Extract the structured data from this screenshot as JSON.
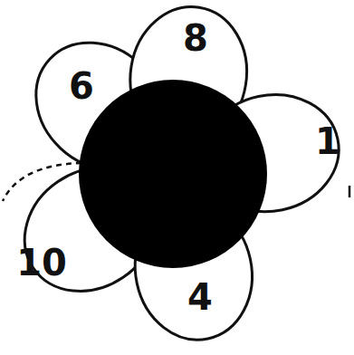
{
  "diagram": {
    "nodes": [
      {
        "text": [
          "6"
        ]
      },
      {
        "text": [
          "8"
        ]
      },
      {
        "text": [
          "1"
        ]
      },
      {
        "text": [
          "10"
        ]
      },
      {
        "text": [
          "4"
        ]
      }
    ]
  }
}
